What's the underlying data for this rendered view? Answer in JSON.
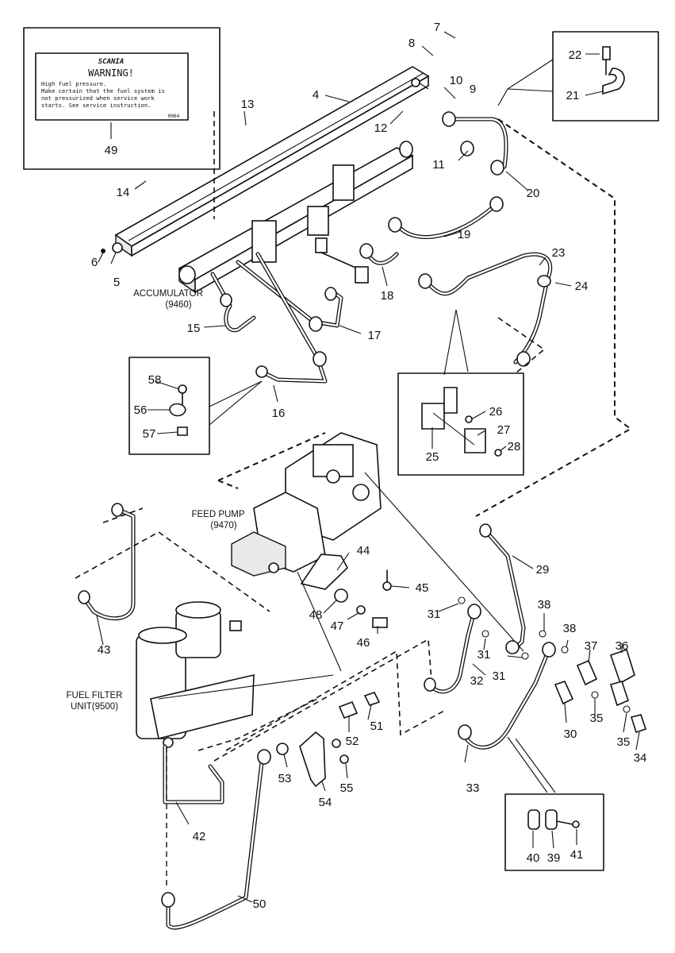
{
  "warning_decal": {
    "brand": "SCANIA",
    "heading": "WARNING!",
    "lines": [
      "High fuel pressure.",
      "Make certain that the fuel system is",
      "not pressurized when service work",
      "starts. See service instruction."
    ],
    "code": "0064",
    "part_number": "49"
  },
  "labels": {
    "accumulator": "ACCUMULATOR",
    "accumulator_code": "(9460)",
    "feed_pump": "FEED PUMP",
    "feed_pump_code": "(9470)",
    "fuel_filter_line1": "FUEL FILTER",
    "fuel_filter_line2": "UNIT(9500)"
  },
  "callouts": {
    "n1": "5",
    "n2": "6",
    "n3": "4",
    "n4": "7",
    "n5": "8",
    "n6": "9",
    "n7": "10",
    "n8": "11",
    "n9": "12",
    "n10": "13",
    "n11": "14",
    "n12": "15",
    "n13": "16",
    "n14": "17",
    "n15": "18",
    "n16": "19",
    "n17": "20",
    "n18": "21",
    "n19": "22",
    "n20": "23",
    "n21": "24",
    "n22": "25",
    "n23": "26",
    "n24": "27",
    "n25": "28",
    "n26": "29",
    "n27": "30",
    "n28": "31",
    "n29": "31",
    "n30": "31",
    "n31": "32",
    "n32": "33",
    "n33": "34",
    "n34": "35",
    "n35": "35",
    "n36": "36",
    "n37": "37",
    "n38": "38",
    "n39": "38",
    "n40": "39",
    "n41": "40",
    "n42": "41",
    "n43": "42",
    "n44": "43",
    "n45": "44",
    "n46": "45",
    "n47": "46",
    "n48": "47",
    "n49": "48",
    "n50": "50",
    "n51": "51",
    "n52": "52",
    "n53": "53",
    "n54": "54",
    "n55": "55",
    "n56": "56",
    "n57": "57",
    "n58": "58"
  }
}
